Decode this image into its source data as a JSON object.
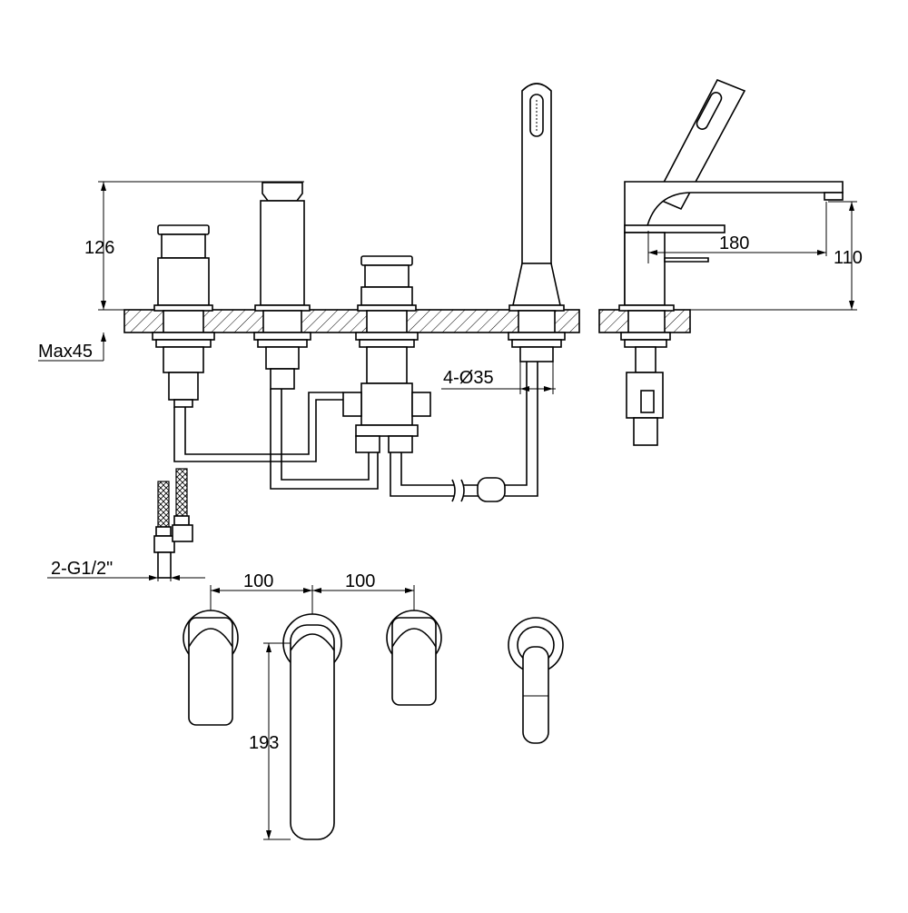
{
  "dimensions": {
    "height_valve": "126",
    "max_deck": "Max45",
    "hole_diameter": "4-Ø35",
    "spout_reach": "180",
    "spout_height": "110",
    "inlet_thread": "2-G1/2\"",
    "spacing_left": "100",
    "spacing_right": "100",
    "spout_length": "193"
  },
  "colors": {
    "line": "#000000",
    "background": "#ffffff"
  }
}
